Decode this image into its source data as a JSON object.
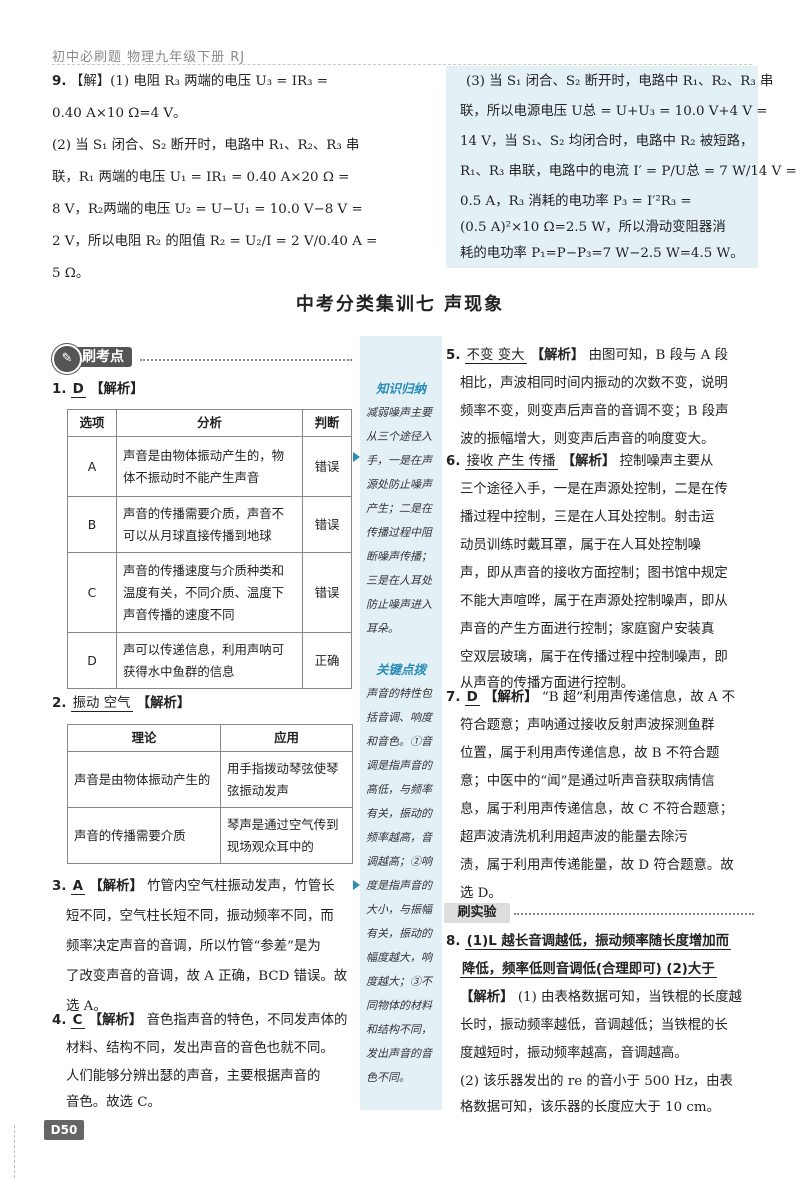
{
  "header": {
    "text": "初中必刷题   物理九年级下册   RJ"
  },
  "q9_left": [
    "【解】(1) 电阻 R₃ 两端的电压 U₃ = IR₃ =",
    "0.40 A×10 Ω=4 V。",
    "(2) 当 S₁ 闭合、S₂ 断开时，电路中 R₁、R₂、R₃ 串",
    "联，R₁ 两端的电压 U₁ = IR₁ = 0.40 A×20 Ω =",
    "8 V，R₂两端的电压 U₂ = U−U₁ = 10.0 V−8 V =",
    "2 V，所以电阻 R₂ 的阻值 R₂ = U₂/I = 2 V/0.40 A =",
    "5 Ω。"
  ],
  "q9_num": "9.",
  "q9_right": [
    "(3) 当 S₁ 闭合、S₂ 断开时，电路中 R₁、R₂、R₃ 串",
    "联，所以电源电压 U总 = U+U₃ = 10.0 V+4 V =",
    "14 V，当 S₁、S₂ 均闭合时，电路中 R₂ 被短路，",
    "R₁、R₃ 串联，电路中的电流 I′ = P/U总 = 7 W/14 V =",
    "0.5 A，R₃ 消耗的电功率 P₃ = I′²R₃ =",
    "(0.5 A)²×10 Ω=2.5 W，所以滑动变阻器消",
    "耗的电功率 P₁=P−P₃=7 W−2.5 W=4.5 W。"
  ],
  "section_title": "中考分类集训七   声现象",
  "badge": "刷考点",
  "q1": {
    "num": "1.",
    "ans": "D",
    "jx": "【解析】"
  },
  "table1": {
    "headers": [
      "选项",
      "分析",
      "判断"
    ],
    "rows": [
      [
        "A",
        "声音是由物体振动产生的，物体不振动时不能产生声音",
        "错误"
      ],
      [
        "B",
        "声音的传播需要介质，声音不可以从月球直接传播到地球",
        "错误"
      ],
      [
        "C",
        "声音的传播速度与介质种类和温度有关，不同介质、温度下声音传播的速度不同",
        "错误"
      ],
      [
        "D",
        "声可以传递信息，利用声呐可获得水中鱼群的信息",
        "正确"
      ]
    ]
  },
  "q2": {
    "num": "2.",
    "ans": "振动   空气",
    "jx": "【解析】"
  },
  "table2": {
    "headers": [
      "理论",
      "应用"
    ],
    "rows": [
      [
        "声音是由物体振动产生的",
        "用手指拨动琴弦使琴弦振动发声"
      ],
      [
        "声音的传播需要介质",
        "琴声是通过空气传到现场观众耳中的"
      ]
    ]
  },
  "q3": {
    "num": "3.",
    "ans": "A",
    "jx": "【解析】",
    "lines": [
      "竹管内空气柱振动发声，竹管长",
      "短不同，空气柱长短不同，振动频率不同，而",
      "频率决定声音的音调，所以竹管“参差”是为",
      "了改变声音的音调，故 A 正确，BCD 错误。故",
      "选 A。"
    ]
  },
  "q4": {
    "num": "4.",
    "ans": "C",
    "jx": "【解析】",
    "lines": [
      "音色指声音的特色，不同发声体的",
      "材料、结构不同，发出声音的音色也就不同。",
      "人们能够分辨出瑟的声音，主要根据声音的",
      "音色。故选 C。"
    ]
  },
  "side": {
    "h1": "知识归纳",
    "b1": "减弱噪声主要从三个途径入手，一是在声源处防止噪声产生；二是在传播过程中阻断噪声传播；三是在人耳处防止噪声进入耳朵。",
    "h2": "关键点拨",
    "b2": "声音的特性包括音调、响度和音色。①音调是指声音的高低，与频率有关，振动的频率越高，音调越高；②响度是指声音的大小，与振幅有关，振动的幅度越大，响度越大；③不同物体的材料和结构不同，发出声音的音色不同。"
  },
  "q5": {
    "num": "5.",
    "ans": "不变   变大",
    "jx": "【解析】",
    "lines": [
      "由图可知，B 段与 A 段",
      "相比，声波相同时间内振动的次数不变，说明",
      "频率不变，则变声后声音的音调不变；B 段声",
      "波的振幅增大，则变声后声音的响度变大。"
    ]
  },
  "q6": {
    "num": "6.",
    "ans": "接收   产生   传播",
    "jx": "【解析】",
    "lines": [
      "控制噪声主要从",
      "三个途径入手，一是在声源处控制，二是在传",
      "播过程中控制，三是在人耳处控制。射击运",
      "动员训练时戴耳罩，属于在人耳处控制噪",
      "声，即从声音的接收方面控制；图书馆中规定",
      "不能大声喧哗，属于在声源处控制噪声，即从",
      "声音的产生方面进行控制；家庭窗户安装真",
      "空双层玻璃，属于在传播过程中控制噪声，即",
      "从声音的传播方面进行控制。"
    ]
  },
  "q7": {
    "num": "7.",
    "ans": "D",
    "jx": "【解析】",
    "lines": [
      "“B 超”利用声传递信息，故 A 不",
      "符合题意；声呐通过接收反射声波探测鱼群",
      "位置，属于利用声传递信息，故 B 不符合题",
      "意；中医中的“闻”是通过听声音获取病情信",
      "息，属于利用声传递信息，故 C 不符合题意；",
      "超声波清洗机利用超声波的能量去除污",
      "渍，属于利用声传递能量，故 D 符合题意。故",
      "选 D。"
    ]
  },
  "tag2": "刷实验",
  "q8": {
    "num": "8.",
    "ans1": "(1)L 越长音调越低，振动频率随长度增加而",
    "ans2": "降低，频率低则音调低(合理即可)   (2)大于",
    "jx": "【解析】",
    "lines": [
      "(1) 由表格数据可知，当铁棍的长度越",
      "长时，振动频率越低，音调越低；当铁棍的长",
      "度越短时，振动频率越高，音调越高。",
      "(2) 该乐器发出的 re 的音小于 500 Hz，由表",
      "格数据可知，该乐器的长度应大于 10 cm。"
    ]
  },
  "page_number": "D50"
}
